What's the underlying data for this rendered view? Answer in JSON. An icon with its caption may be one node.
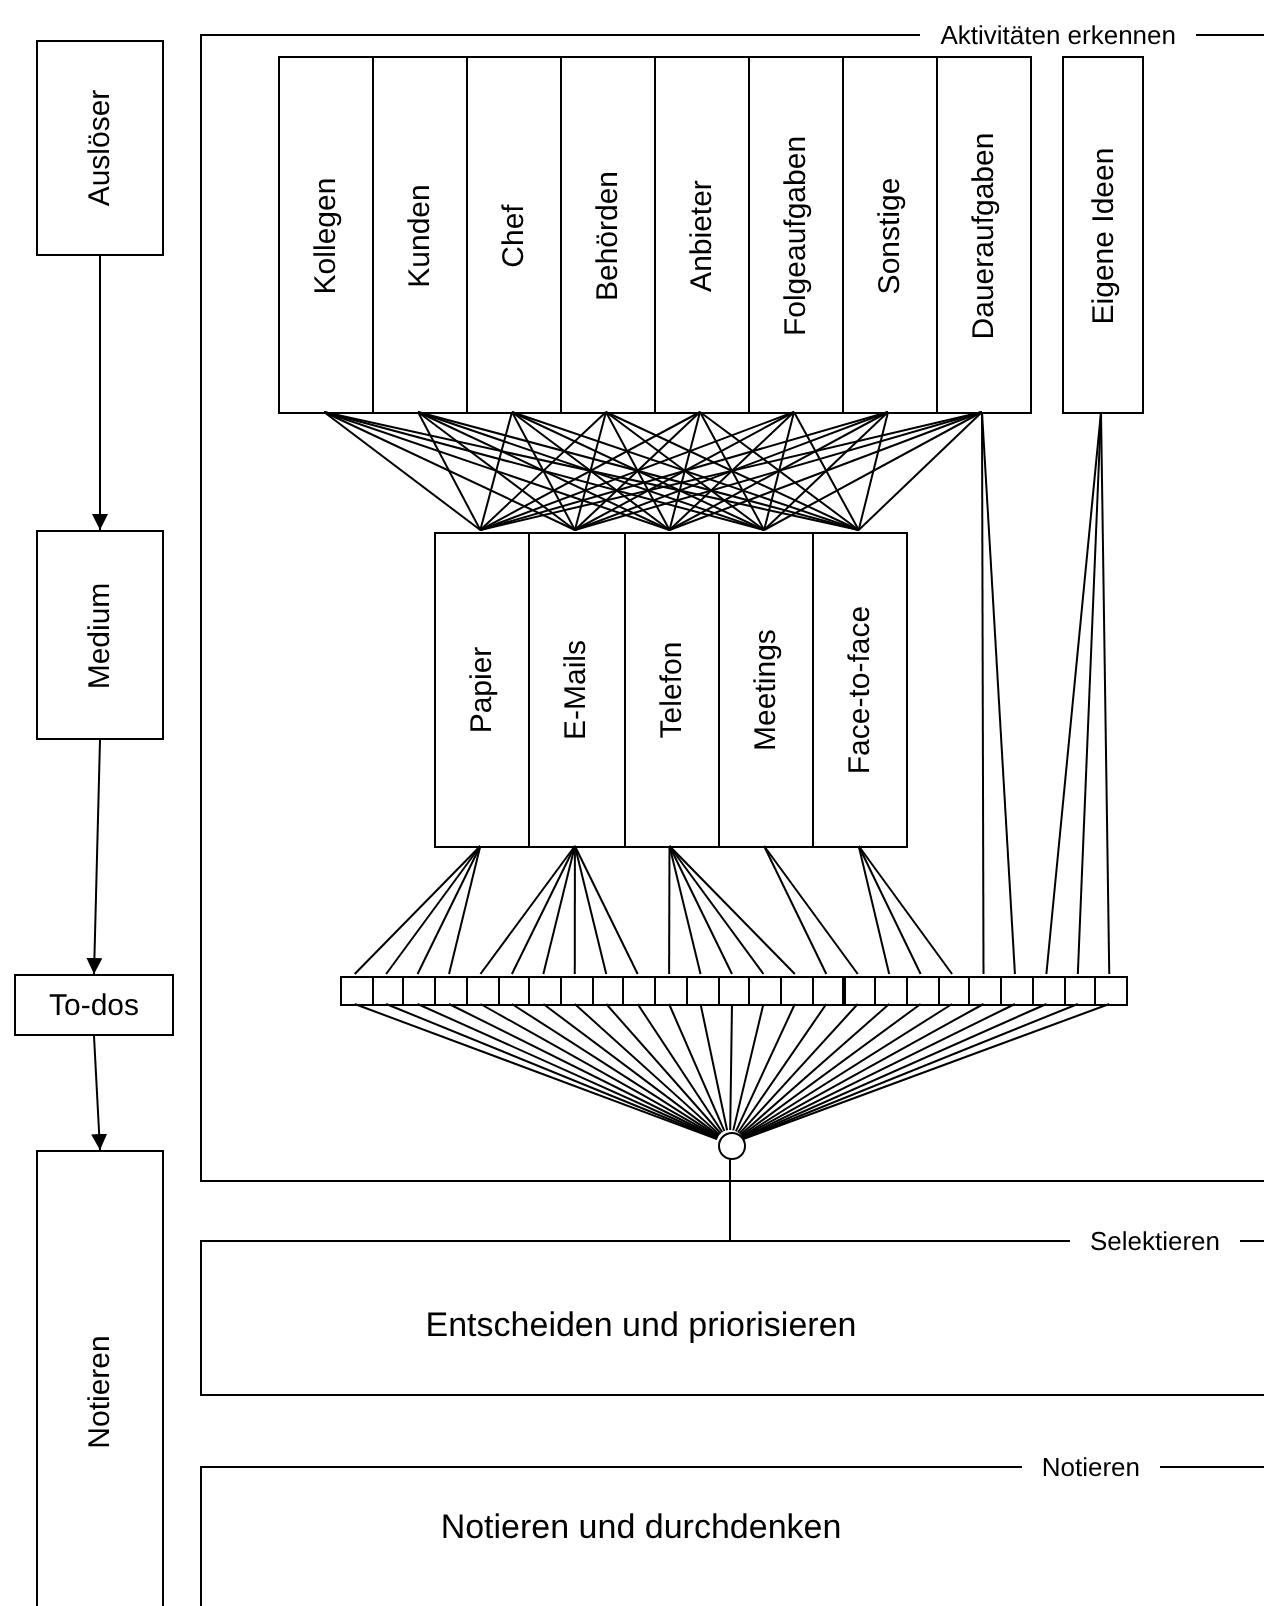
{
  "diagram": {
    "nodes": [
      {
        "text": [
          "Auslöser"
        ]
      },
      {
        "text": [
          "Medium"
        ]
      },
      {
        "text": [
          "To-dos"
        ]
      },
      {
        "text": [
          "Notieren"
        ]
      },
      {
        "text": [
          "Aktivitäten erkennen"
        ]
      },
      {
        "text": [
          "Kollegen"
        ],
        "in": 4
      },
      {
        "text": [
          "Kunden"
        ],
        "in": 4
      },
      {
        "text": [
          "Chef"
        ],
        "in": 4
      },
      {
        "text": [
          "Behörden"
        ],
        "in": 4
      },
      {
        "text": [
          "Anbieter"
        ],
        "in": 4
      },
      {
        "text": [
          "Folgeaufgaben"
        ],
        "in": 4
      },
      {
        "text": [
          "Sonstige"
        ],
        "in": 4
      },
      {
        "text": [
          "Daueraufgaben"
        ],
        "in": 4
      },
      {
        "text": [
          "Eigene Ideen"
        ],
        "in": 4
      },
      {
        "text": [
          "Papier"
        ],
        "in": 4
      },
      {
        "text": [
          "E-Mails"
        ],
        "in": 4
      },
      {
        "text": [
          "Telefon"
        ],
        "in": 4
      },
      {
        "text": [
          "Meetings"
        ],
        "in": 4
      },
      {
        "text": [
          "Face-to-face"
        ],
        "in": 4
      },
      {
        "text": [],
        "shape": "box",
        "in": 4
      },
      {
        "text": [],
        "shape": "box",
        "in": 4
      },
      {
        "text": [],
        "shape": "box",
        "in": 4
      },
      {
        "text": [],
        "shape": "box",
        "in": 4
      },
      {
        "text": [],
        "shape": "box",
        "in": 4
      },
      {
        "text": [],
        "shape": "box",
        "in": 4
      },
      {
        "text": [],
        "shape": "box",
        "in": 4
      },
      {
        "text": [],
        "shape": "box",
        "in": 4
      },
      {
        "text": [],
        "shape": "box",
        "in": 4
      },
      {
        "text": [],
        "shape": "box",
        "in": 4
      },
      {
        "text": [],
        "shape": "box",
        "in": 4
      },
      {
        "text": [],
        "shape": "box",
        "in": 4
      },
      {
        "text": [],
        "shape": "box",
        "in": 4
      },
      {
        "text": [],
        "shape": "box",
        "in": 4
      },
      {
        "text": [],
        "shape": "box",
        "in": 4
      },
      {
        "text": [],
        "shape": "box",
        "in": 4
      },
      {
        "text": [],
        "shape": "box",
        "in": 4
      },
      {
        "text": [],
        "shape": "box",
        "in": 4
      },
      {
        "text": [],
        "shape": "box",
        "in": 4
      },
      {
        "text": [],
        "shape": "box",
        "in": 4
      },
      {
        "text": [],
        "shape": "box",
        "in": 4
      },
      {
        "text": [],
        "shape": "box",
        "in": 4
      },
      {
        "text": [],
        "shape": "box",
        "in": 4
      },
      {
        "text": [],
        "shape": "box",
        "in": 4
      },
      {
        "text": [],
        "shape": "box",
        "in": 4
      },
      {
        "text": [],
        "shape": "circle",
        "in": 4
      },
      {
        "text": [
          "Selektieren",
          "Entscheiden und priorisieren"
        ]
      },
      {
        "text": [
          "Notieren",
          "Notieren und durchdenken"
        ]
      }
    ],
    "edges": [
      {
        "from": 0,
        "to": 1,
        "arrow": "to"
      },
      {
        "from": 1,
        "to": 2,
        "arrow": "to"
      },
      {
        "from": 2,
        "to": 3,
        "arrow": "to"
      },
      {
        "from": 5,
        "to": 14,
        "arrow": "none"
      },
      {
        "from": 5,
        "to": 15,
        "arrow": "none"
      },
      {
        "from": 5,
        "to": 16,
        "arrow": "none"
      },
      {
        "from": 5,
        "to": 17,
        "arrow": "none"
      },
      {
        "from": 5,
        "to": 18,
        "arrow": "none"
      },
      {
        "from": 6,
        "to": 14,
        "arrow": "none"
      },
      {
        "from": 6,
        "to": 15,
        "arrow": "none"
      },
      {
        "from": 6,
        "to": 16,
        "arrow": "none"
      },
      {
        "from": 6,
        "to": 17,
        "arrow": "none"
      },
      {
        "from": 6,
        "to": 18,
        "arrow": "none"
      },
      {
        "from": 7,
        "to": 14,
        "arrow": "none"
      },
      {
        "from": 7,
        "to": 15,
        "arrow": "none"
      },
      {
        "from": 7,
        "to": 16,
        "arrow": "none"
      },
      {
        "from": 7,
        "to": 17,
        "arrow": "none"
      },
      {
        "from": 7,
        "to": 18,
        "arrow": "none"
      },
      {
        "from": 8,
        "to": 14,
        "arrow": "none"
      },
      {
        "from": 8,
        "to": 15,
        "arrow": "none"
      },
      {
        "from": 8,
        "to": 16,
        "arrow": "none"
      },
      {
        "from": 8,
        "to": 17,
        "arrow": "none"
      },
      {
        "from": 8,
        "to": 18,
        "arrow": "none"
      },
      {
        "from": 9,
        "to": 14,
        "arrow": "none"
      },
      {
        "from": 9,
        "to": 15,
        "arrow": "none"
      },
      {
        "from": 9,
        "to": 16,
        "arrow": "none"
      },
      {
        "from": 9,
        "to": 17,
        "arrow": "none"
      },
      {
        "from": 9,
        "to": 18,
        "arrow": "none"
      },
      {
        "from": 10,
        "to": 14,
        "arrow": "none"
      },
      {
        "from": 10,
        "to": 15,
        "arrow": "none"
      },
      {
        "from": 10,
        "to": 16,
        "arrow": "none"
      },
      {
        "from": 10,
        "to": 17,
        "arrow": "none"
      },
      {
        "from": 10,
        "to": 18,
        "arrow": "none"
      },
      {
        "from": 11,
        "to": 14,
        "arrow": "none"
      },
      {
        "from": 11,
        "to": 15,
        "arrow": "none"
      },
      {
        "from": 11,
        "to": 16,
        "arrow": "none"
      },
      {
        "from": 11,
        "to": 17,
        "arrow": "none"
      },
      {
        "from": 11,
        "to": 18,
        "arrow": "none"
      },
      {
        "from": 12,
        "to": 14,
        "arrow": "none"
      },
      {
        "from": 12,
        "to": 15,
        "arrow": "none"
      },
      {
        "from": 12,
        "to": 16,
        "arrow": "none"
      },
      {
        "from": 12,
        "to": 17,
        "arrow": "none"
      },
      {
        "from": 12,
        "to": 18,
        "arrow": "none"
      },
      {
        "from": 14,
        "to": 19,
        "arrow": "none"
      },
      {
        "from": 14,
        "to": 20,
        "arrow": "none"
      },
      {
        "from": 14,
        "to": 21,
        "arrow": "none"
      },
      {
        "from": 14,
        "to": 22,
        "arrow": "none"
      },
      {
        "from": 15,
        "to": 23,
        "arrow": "none"
      },
      {
        "from": 15,
        "to": 24,
        "arrow": "none"
      },
      {
        "from": 15,
        "to": 25,
        "arrow": "none"
      },
      {
        "from": 15,
        "to": 26,
        "arrow": "none"
      },
      {
        "from": 15,
        "to": 27,
        "arrow": "none"
      },
      {
        "from": 15,
        "to": 28,
        "arrow": "none"
      },
      {
        "from": 16,
        "to": 29,
        "arrow": "none"
      },
      {
        "from": 16,
        "to": 30,
        "arrow": "none"
      },
      {
        "from": 16,
        "to": 31,
        "arrow": "none"
      },
      {
        "from": 16,
        "to": 32,
        "arrow": "none"
      },
      {
        "from": 16,
        "to": 33,
        "arrow": "none"
      },
      {
        "from": 17,
        "to": 34,
        "arrow": "none"
      },
      {
        "from": 17,
        "to": 35,
        "arrow": "none"
      },
      {
        "from": 18,
        "to": 36,
        "arrow": "none"
      },
      {
        "from": 18,
        "to": 37,
        "arrow": "none"
      },
      {
        "from": 18,
        "to": 38,
        "arrow": "none"
      },
      {
        "from": 12,
        "to": 39,
        "arrow": "none"
      },
      {
        "from": 12,
        "to": 40,
        "arrow": "none"
      },
      {
        "from": 13,
        "to": 41,
        "arrow": "none"
      },
      {
        "from": 13,
        "to": 42,
        "arrow": "none"
      },
      {
        "from": 13,
        "to": 43,
        "arrow": "none"
      },
      {
        "from": 19,
        "to": 44,
        "arrow": "none"
      },
      {
        "from": 20,
        "to": 44,
        "arrow": "none"
      },
      {
        "from": 21,
        "to": 44,
        "arrow": "none"
      },
      {
        "from": 22,
        "to": 44,
        "arrow": "none"
      },
      {
        "from": 23,
        "to": 44,
        "arrow": "none"
      },
      {
        "from": 24,
        "to": 44,
        "arrow": "none"
      },
      {
        "from": 25,
        "to": 44,
        "arrow": "none"
      },
      {
        "from": 26,
        "to": 44,
        "arrow": "none"
      },
      {
        "from": 27,
        "to": 44,
        "arrow": "none"
      },
      {
        "from": 28,
        "to": 44,
        "arrow": "none"
      },
      {
        "from": 29,
        "to": 44,
        "arrow": "none"
      },
      {
        "from": 30,
        "to": 44,
        "arrow": "none"
      },
      {
        "from": 31,
        "to": 44,
        "arrow": "none"
      },
      {
        "from": 32,
        "to": 44,
        "arrow": "none"
      },
      {
        "from": 33,
        "to": 44,
        "arrow": "none"
      },
      {
        "from": 34,
        "to": 44,
        "arrow": "none"
      },
      {
        "from": 35,
        "to": 44,
        "arrow": "none"
      },
      {
        "from": 36,
        "to": 44,
        "arrow": "none"
      },
      {
        "from": 37,
        "to": 44,
        "arrow": "none"
      },
      {
        "from": 38,
        "to": 44,
        "arrow": "none"
      },
      {
        "from": 39,
        "to": 44,
        "arrow": "none"
      },
      {
        "from": 40,
        "to": 44,
        "arrow": "none"
      },
      {
        "from": 41,
        "to": 44,
        "arrow": "none"
      },
      {
        "from": 42,
        "to": 44,
        "arrow": "none"
      },
      {
        "from": 43,
        "to": 44,
        "arrow": "none"
      },
      {
        "from": 44,
        "to": 45,
        "arrow": "none"
      }
    ]
  }
}
